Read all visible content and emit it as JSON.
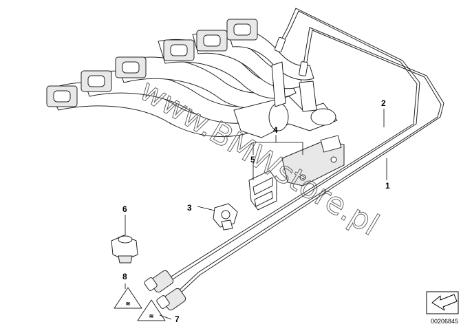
{
  "diagram": {
    "callouts": {
      "c1": "1",
      "c2": "2",
      "c3": "3",
      "c4": "4",
      "c5": "5",
      "c6": "6",
      "c7": "7",
      "c8": "8"
    },
    "watermark": "www.BMWstore.pl",
    "image_id": "00206845",
    "icons": {
      "warning_label": "warning-triangle-icon",
      "navigation": "arrow-icon"
    }
  }
}
